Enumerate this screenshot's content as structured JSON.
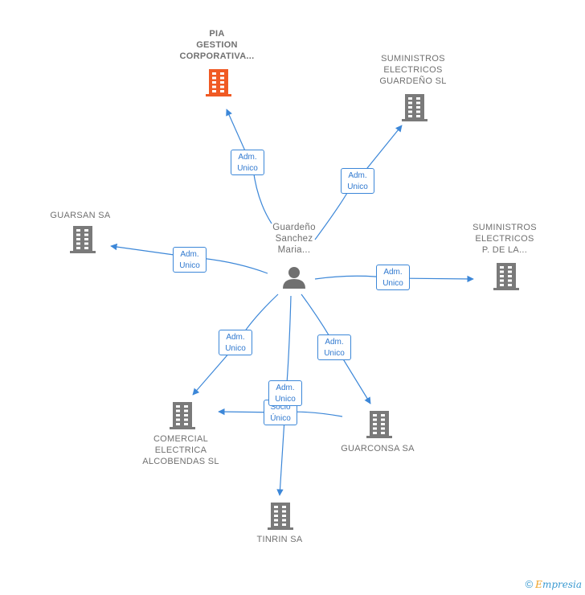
{
  "person": {
    "name_lines": [
      "Guardeño",
      "Sanchez",
      "Maria..."
    ]
  },
  "companies": [
    {
      "id": "pia",
      "lines": [
        "PIA",
        "GESTION",
        "CORPORATIVA..."
      ],
      "color": "#f05a24"
    },
    {
      "id": "suministros-guardeno",
      "lines": [
        "SUMINISTROS",
        "ELECTRICOS",
        "GUARDEÑO SL"
      ],
      "color": "#7a7a7a"
    },
    {
      "id": "guarsan",
      "lines": [
        "GUARSAN SA"
      ],
      "color": "#7a7a7a"
    },
    {
      "id": "suministros-p",
      "lines": [
        "SUMINISTROS",
        "ELECTRICOS",
        "P.  DE LA..."
      ],
      "color": "#7a7a7a"
    },
    {
      "id": "comercial",
      "lines": [
        "COMERCIAL",
        "ELECTRICA",
        "ALCOBENDAS SL"
      ],
      "color": "#7a7a7a"
    },
    {
      "id": "guarconsa",
      "lines": [
        "GUARCONSA SA"
      ],
      "color": "#7a7a7a"
    },
    {
      "id": "tinrin",
      "lines": [
        "TINRIN SA"
      ],
      "color": "#7a7a7a"
    }
  ],
  "relations": [
    {
      "id": "rel-pia",
      "lines": [
        "Adm.",
        "Unico"
      ]
    },
    {
      "id": "rel-suministros-guardeno",
      "lines": [
        "Adm.",
        "Unico"
      ]
    },
    {
      "id": "rel-guarsan",
      "lines": [
        "Adm.",
        "Unico"
      ]
    },
    {
      "id": "rel-suministros-p",
      "lines": [
        "Adm.",
        "Unico"
      ]
    },
    {
      "id": "rel-comercial",
      "lines": [
        "Adm.",
        "Unico"
      ]
    },
    {
      "id": "rel-guarconsa",
      "lines": [
        "Adm.",
        "Unico"
      ]
    },
    {
      "id": "rel-socio",
      "lines": [
        "Socio",
        "Único"
      ]
    },
    {
      "id": "rel-tinrin",
      "lines": [
        "Adm.",
        "Unico"
      ]
    }
  ],
  "footer": {
    "copyright": "©",
    "brand_first": "E",
    "brand_rest": "mpresia"
  },
  "colors": {
    "edge": "#3c87d8",
    "building": "#7a7a7a",
    "building_highlight": "#f05a24",
    "person": "#707070"
  }
}
